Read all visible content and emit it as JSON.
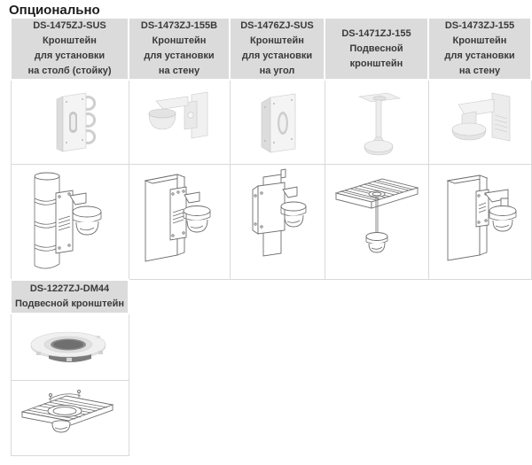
{
  "title": "Опционально",
  "colors": {
    "header_bg": "#dbdbdb",
    "header_text": "#3a3a3a",
    "cell_border": "#d9d9d9",
    "diagram_stroke": "#6e6e6e",
    "page_bg": "#ffffff"
  },
  "main_table": {
    "columns": [
      {
        "model": "DS-1475ZJ-SUS",
        "desc_lines": [
          "Кронштейн",
          "для установки",
          "на столб (стойку)"
        ],
        "photo_icon": "pole-bracket-photo",
        "diagram_icon": "pole-install-diagram"
      },
      {
        "model": "DS-1473ZJ-155B",
        "desc_lines": [
          "Кронштейн",
          "для установки",
          "на стену"
        ],
        "photo_icon": "wall-bracket-dome-photo",
        "diagram_icon": "wall-install-diagram"
      },
      {
        "model": "DS-1476ZJ-SUS",
        "desc_lines": [
          "Кронштейн",
          "для установки",
          "на угол"
        ],
        "photo_icon": "corner-bracket-photo",
        "diagram_icon": "corner-install-diagram"
      },
      {
        "model": "DS-1471ZJ-155",
        "desc_lines": [
          "Подвесной",
          "кронштейн"
        ],
        "photo_icon": "pendant-bracket-photo",
        "diagram_icon": "pendant-install-diagram"
      },
      {
        "model": "DS-1473ZJ-155",
        "desc_lines": [
          "Кронштейн",
          "для установки",
          "на стену"
        ],
        "photo_icon": "wall-bracket-cap-photo",
        "diagram_icon": "wall-arm-install-diagram"
      }
    ]
  },
  "secondary_table": {
    "model": "DS-1227ZJ-DM44",
    "desc": "Подвесной кронштейн",
    "photo_icon": "recessed-ring-photo",
    "diagram_icon": "recessed-install-diagram"
  }
}
